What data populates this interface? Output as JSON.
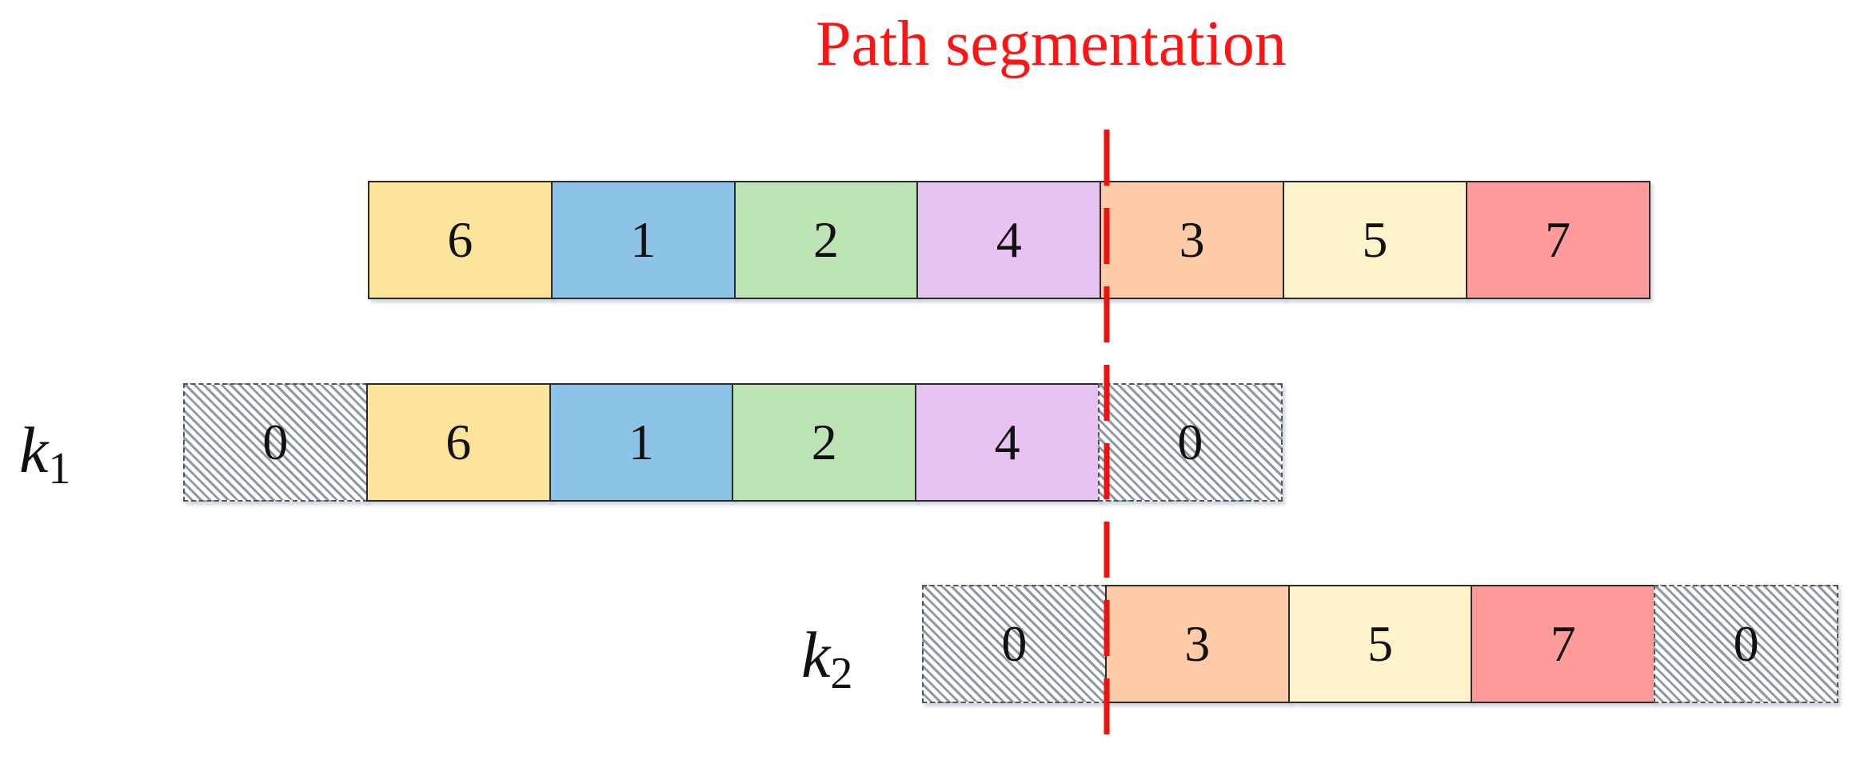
{
  "title": "Path segmentation",
  "colors": {
    "title": "#ff1414",
    "divider": "#ee1111",
    "6": "#fde49b",
    "1": "#8ec3e8",
    "2": "#bde4b5",
    "4": "#e6c3f0",
    "3": "#fecba8",
    "5": "#fff3cc",
    "7": "#ff9b9b",
    "0": "hatched"
  },
  "rows": [
    {
      "label": "",
      "label_sub": "",
      "cells": [
        "6",
        "1",
        "2",
        "4",
        "3",
        "5",
        "7"
      ]
    },
    {
      "label": "k",
      "label_sub": "1",
      "cells": [
        "0",
        "6",
        "1",
        "2",
        "4",
        "0"
      ]
    },
    {
      "label": "k",
      "label_sub": "2",
      "cells": [
        "0",
        "3",
        "5",
        "7",
        "0"
      ]
    }
  ]
}
